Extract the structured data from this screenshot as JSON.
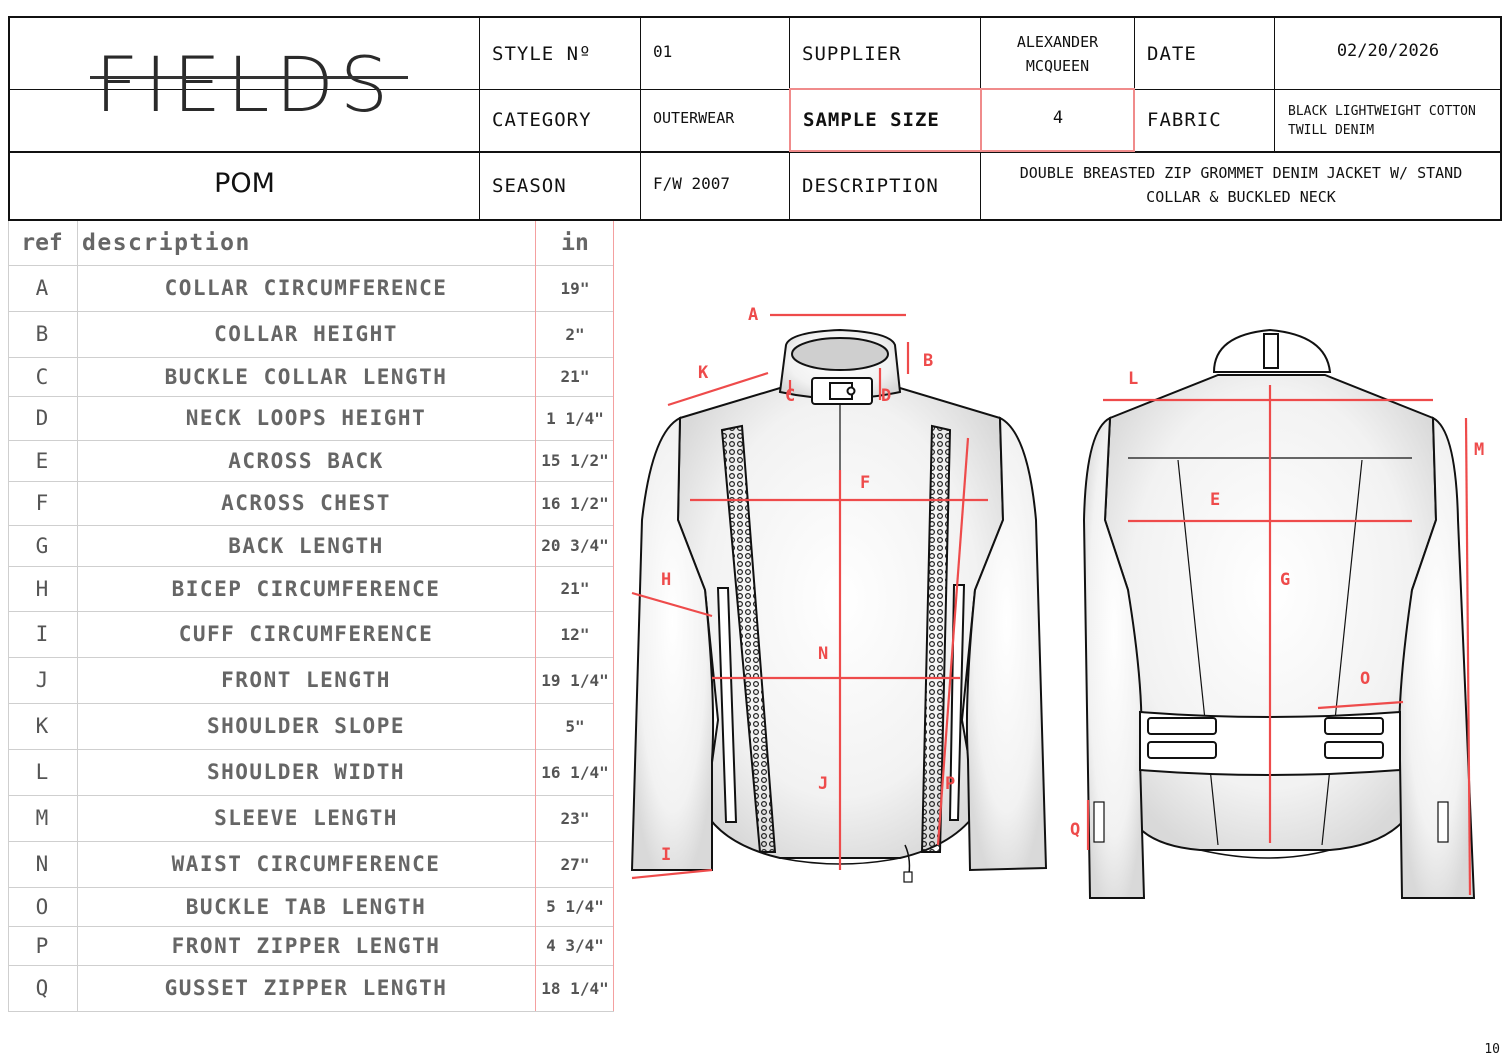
{
  "brand": {
    "logo_text": "FIELDS"
  },
  "header": {
    "style_no_label": "STYLE Nº",
    "style_no": "01",
    "supplier_label": "SUPPLIER",
    "supplier": "ALEXANDER MCQUEEN",
    "date_label": "DATE",
    "date": "02/20/2026",
    "category_label": "CATEGORY",
    "category": "OUTERWEAR",
    "sample_size_label": "SAMPLE SIZE",
    "sample_size": "4",
    "fabric_label": "FABRIC",
    "fabric": "BLACK LIGHTWEIGHT COTTON TWILL DENIM",
    "pom_label": "POM",
    "season_label": "SEASON",
    "season": "F/W 2007",
    "description_label": "DESCRIPTION",
    "description": "DOUBLE BREASTED ZIP GROMMET DENIM JACKET W/ STAND COLLAR & BUCKLED NECK"
  },
  "pom_table": {
    "headers": {
      "ref": "ref",
      "description": "description",
      "unit": "in"
    },
    "rows": [
      {
        "ref": "A",
        "description": "COLLAR CIRCUMFERENCE",
        "value": "19\""
      },
      {
        "ref": "B",
        "description": "COLLAR HEIGHT",
        "value": "2\""
      },
      {
        "ref": "C",
        "description": "BUCKLE COLLAR LENGTH",
        "value": "21\""
      },
      {
        "ref": "D",
        "description": "NECK LOOPS HEIGHT",
        "value": "1 1/4\""
      },
      {
        "ref": "E",
        "description": "ACROSS BACK",
        "value": "15 1/2\""
      },
      {
        "ref": "F",
        "description": "ACROSS CHEST",
        "value": "16 1/2\""
      },
      {
        "ref": "G",
        "description": "BACK LENGTH",
        "value": "20 3/4\""
      },
      {
        "ref": "H",
        "description": "BICEP CIRCUMFERENCE",
        "value": "21\""
      },
      {
        "ref": "I",
        "description": "CUFF CIRCUMFERENCE",
        "value": "12\""
      },
      {
        "ref": "J",
        "description": "FRONT LENGTH",
        "value": "19 1/4\""
      },
      {
        "ref": "K",
        "description": "SHOULDER SLOPE",
        "value": "5\""
      },
      {
        "ref": "L",
        "description": "SHOULDER WIDTH",
        "value": "16 1/4\""
      },
      {
        "ref": "M",
        "description": "SLEEVE LENGTH",
        "value": "23\""
      },
      {
        "ref": "N",
        "description": "WAIST CIRCUMFERENCE",
        "value": "27\""
      },
      {
        "ref": "O",
        "description": "BUCKLE TAB LENGTH",
        "value": "5 1/4\""
      },
      {
        "ref": "P",
        "description": "FRONT ZIPPER LENGTH",
        "value": "4 3/4\""
      },
      {
        "ref": "Q",
        "description": "GUSSET ZIPPER LENGTH",
        "value": "18 1/4\""
      }
    ]
  },
  "sketch_labels": {
    "front": [
      "A",
      "B",
      "C",
      "D",
      "F",
      "H",
      "I",
      "J",
      "K",
      "N",
      "P"
    ],
    "back": [
      "E",
      "G",
      "L",
      "M",
      "O",
      "Q"
    ]
  },
  "colors": {
    "measure_line": "#ee4b4b",
    "sample_size_border": "#f08b8b",
    "grid": "#cfcfcf"
  },
  "page_number": "10"
}
